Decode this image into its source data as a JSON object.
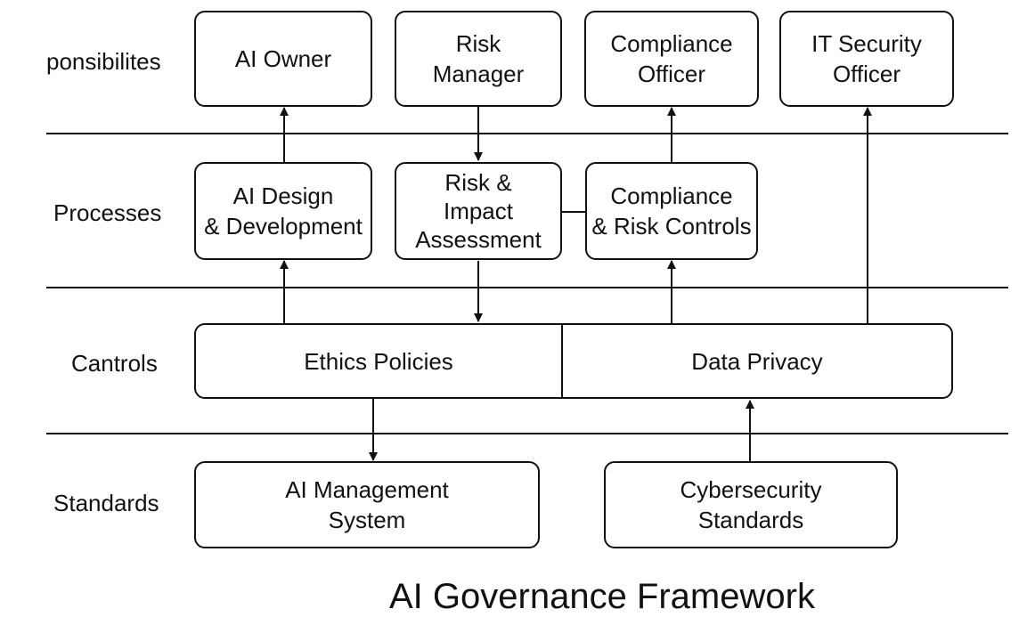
{
  "rows": {
    "responsibilities": "ponsibilites",
    "processes": "Processes",
    "controls": "Cantrols",
    "standards": "Standards"
  },
  "boxes": {
    "ai_owner": [
      "AI Owner"
    ],
    "risk_manager": [
      "Risk",
      "Manager"
    ],
    "compliance_officer": [
      "Compliance",
      "Officer"
    ],
    "it_security_officer": [
      "IT Security",
      "Officer"
    ],
    "ai_design": [
      "AI Design",
      "& Development"
    ],
    "risk_impact": [
      "Risk &",
      "Impact",
      "Assessment"
    ],
    "compliance_controls": [
      "Compliance",
      "& Risk Controls"
    ],
    "ethics_policies": [
      "Ethics Policies"
    ],
    "data_privacy": [
      "Data Privacy"
    ],
    "ai_management": [
      "AI Management",
      "System"
    ],
    "cybersecurity": [
      "Cybersecurity",
      "Standards"
    ]
  },
  "title": "AI Governance Framework",
  "colors": {
    "stroke": "#111111",
    "background": "#ffffff"
  }
}
